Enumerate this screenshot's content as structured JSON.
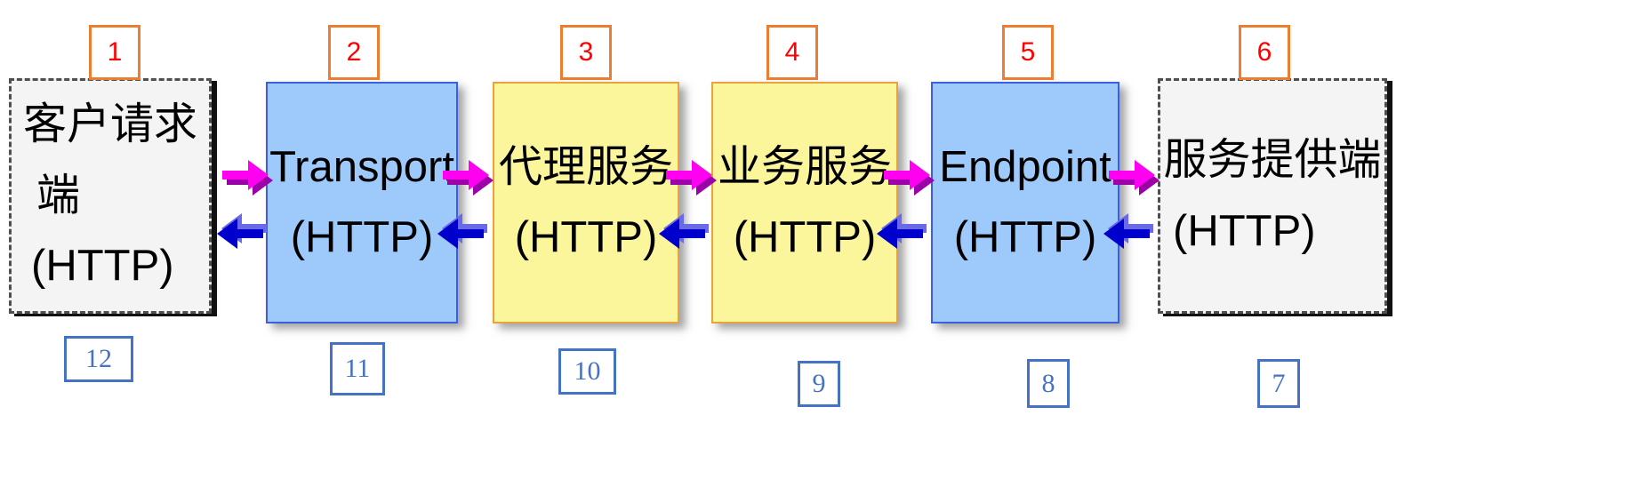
{
  "diagram": {
    "title": "HTTP service chain flow",
    "colors": {
      "plain_fill": "#F4F4F4",
      "blue_fill": "#9DCAFB",
      "blue_border": "#3B5FE0",
      "yellow_fill": "#FBF59C",
      "yellow_border": "#E8A33D",
      "top_tag_border": "#ED7D31",
      "top_tag_text": "#FF0000",
      "bottom_tag_border": "#4472C4",
      "bottom_tag_text": "#4472C4",
      "arrow_forward": "#FF00FF",
      "arrow_backward": "#0000CC"
    },
    "nodes": [
      {
        "id": "client",
        "line1": "客户请求",
        "line2": "端",
        "line3": "(HTTP)",
        "style": "plain",
        "top_tag": "1",
        "bottom_tag": "12"
      },
      {
        "id": "transport",
        "line1": "Transport",
        "line2": "(HTTP)",
        "style": "blue",
        "top_tag": "2",
        "bottom_tag": "11"
      },
      {
        "id": "proxy",
        "line1": "代理服务",
        "line2": "(HTTP)",
        "style": "yellow",
        "top_tag": "3",
        "bottom_tag": "10"
      },
      {
        "id": "business",
        "line1": "业务服务",
        "line2": "(HTTP)",
        "style": "yellow",
        "top_tag": "4",
        "bottom_tag": "9"
      },
      {
        "id": "endpoint",
        "line1": "Endpoint",
        "line2": "(HTTP)",
        "style": "blue",
        "top_tag": "5",
        "bottom_tag": "8"
      },
      {
        "id": "provider",
        "line1": "服务提供端",
        "line2": "(HTTP)",
        "style": "plain",
        "top_tag": "6",
        "bottom_tag": "7"
      }
    ],
    "connectors": [
      {
        "from": "client",
        "to": "transport",
        "forward": "request",
        "backward": "response"
      },
      {
        "from": "transport",
        "to": "proxy",
        "forward": "request",
        "backward": "response"
      },
      {
        "from": "proxy",
        "to": "business",
        "forward": "request",
        "backward": "response"
      },
      {
        "from": "business",
        "to": "endpoint",
        "forward": "request",
        "backward": "response"
      },
      {
        "from": "endpoint",
        "to": "provider",
        "forward": "request",
        "backward": "response"
      }
    ]
  }
}
